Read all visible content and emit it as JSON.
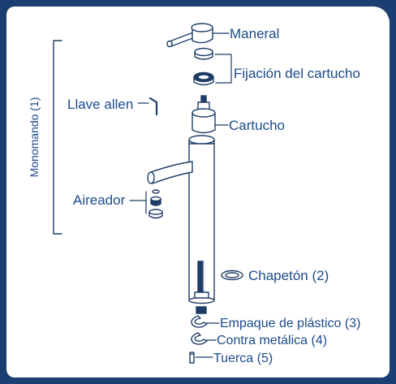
{
  "colors": {
    "frame": "#1b3f73",
    "panel": "#ffffff",
    "label_text": "#1b4a8c",
    "bracket_text": "#2d5a9a",
    "line_art": "#1e3d66",
    "part_fill": "#ffffff"
  },
  "labels": {
    "group": "Monomando (1)",
    "maneral": "Maneral",
    "fijacion": "Fijación del cartucho",
    "llave_allen": "Llave allen",
    "cartucho": "Cartucho",
    "aireador": "Aireador",
    "chapeton": "Chapetón (2)",
    "empaque": "Empaque de plástico (3)",
    "contra": "Contra metálica (4)",
    "tuerca": "Tuerca (5)"
  }
}
